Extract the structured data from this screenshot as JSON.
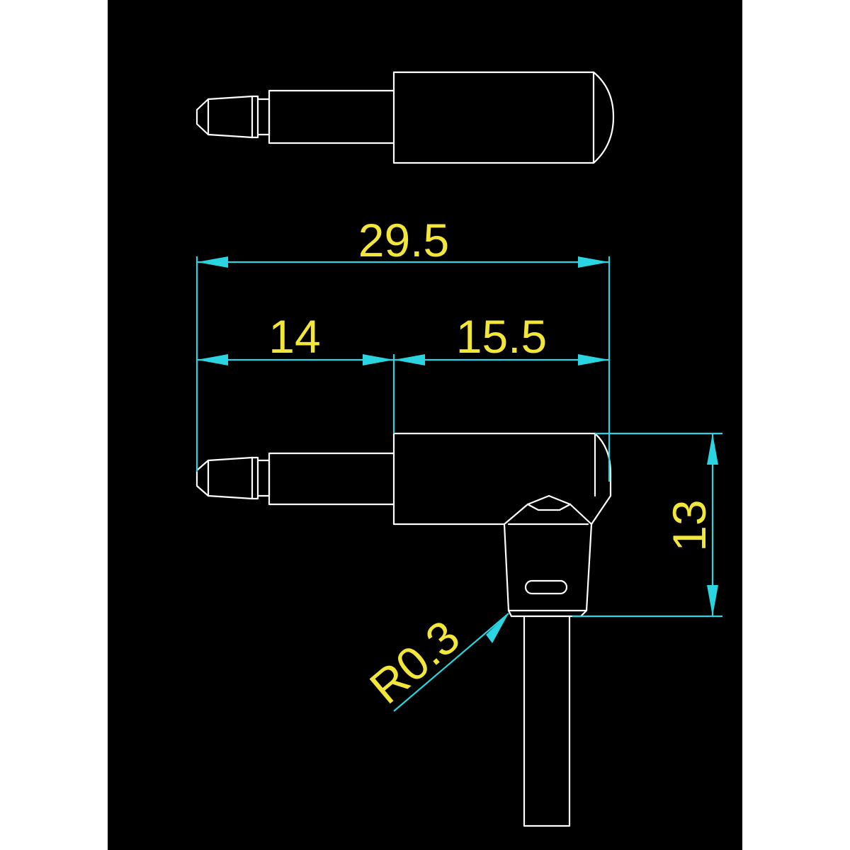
{
  "drawing": {
    "background_color": "#000000",
    "outline_color": "#ffffff",
    "dimension_line_color": "#2ad4e0",
    "dimension_text_color": "#f2e63a",
    "dimensions": {
      "overall_length": "29.5",
      "plug_length": "14",
      "body_length": "15.5",
      "body_height": "13",
      "fillet_radius": "R0.3"
    }
  }
}
